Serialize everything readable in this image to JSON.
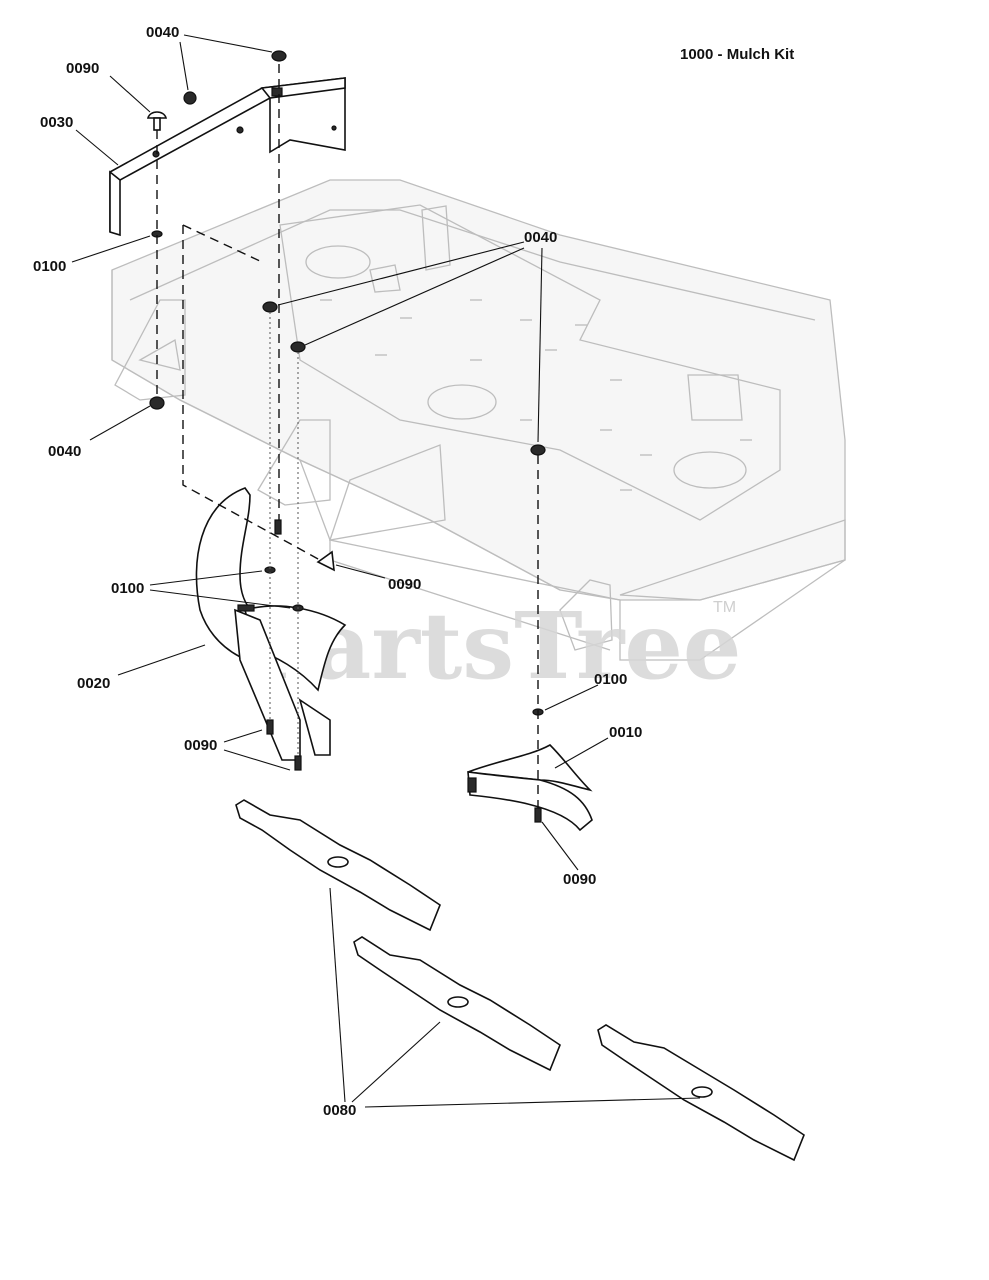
{
  "title": "1000 - Mulch Kit",
  "watermark": "PartsTree",
  "trademark": "TM",
  "callouts": {
    "c0040_top": "0040",
    "c0090_top": "0090",
    "c0030": "0030",
    "c0100_left": "0100",
    "c0040_mid": "0040",
    "c0040_left": "0040",
    "c0100_mid": "0100",
    "c0090_mid": "0090",
    "c0020": "0020",
    "c0090_low": "0090",
    "c0100_right": "0100",
    "c0010": "0010",
    "c0090_right": "0090",
    "c0080": "0080"
  }
}
